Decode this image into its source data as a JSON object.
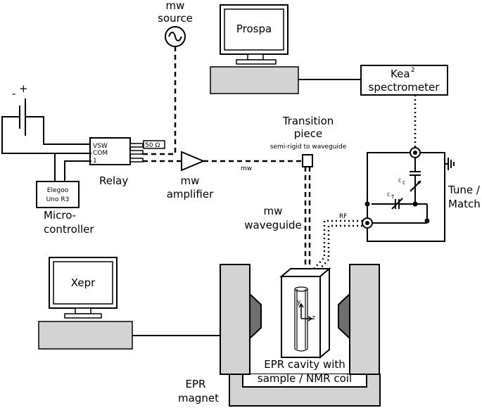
{
  "labels": {
    "mw_source_line1": "mw",
    "mw_source_line2": "source",
    "prospa": "Prospa",
    "kea": "Kea",
    "kea_sup": "2",
    "spectrometer": "spectrometer",
    "transition_line1": "Transition",
    "transition_line2": "piece",
    "transition_sub": "semi-rigid to waveguide",
    "relay": "Relay",
    "vsw": "VSW",
    "com": "COM",
    "pin1": "1",
    "ohm": "50 Ω",
    "mw_amp_line1": "mw",
    "mw_amp_line2": "amplifier",
    "mw_line": "mw",
    "elegoo_line1": "Elegoo",
    "elegoo_line2": "Uno R3",
    "micro_line1": "Micro-",
    "micro_line2": "controller",
    "battery_minus": "-",
    "battery_plus": "+",
    "waveguide_line1": "mw",
    "waveguide_line2": "waveguide",
    "rf": "RF",
    "cc": "C",
    "cc_sub": "C",
    "ct": "C",
    "ct_sub": "T",
    "tune_line1": "Tune /",
    "tune_line2": "Match",
    "xepr": "Xepr",
    "axis_y": "y",
    "axis_z": "z",
    "cavity_line1": "EPR cavity with",
    "cavity_line2": "sample / NMR coil",
    "magnet_line1": "EPR",
    "magnet_line2": "magnet"
  }
}
